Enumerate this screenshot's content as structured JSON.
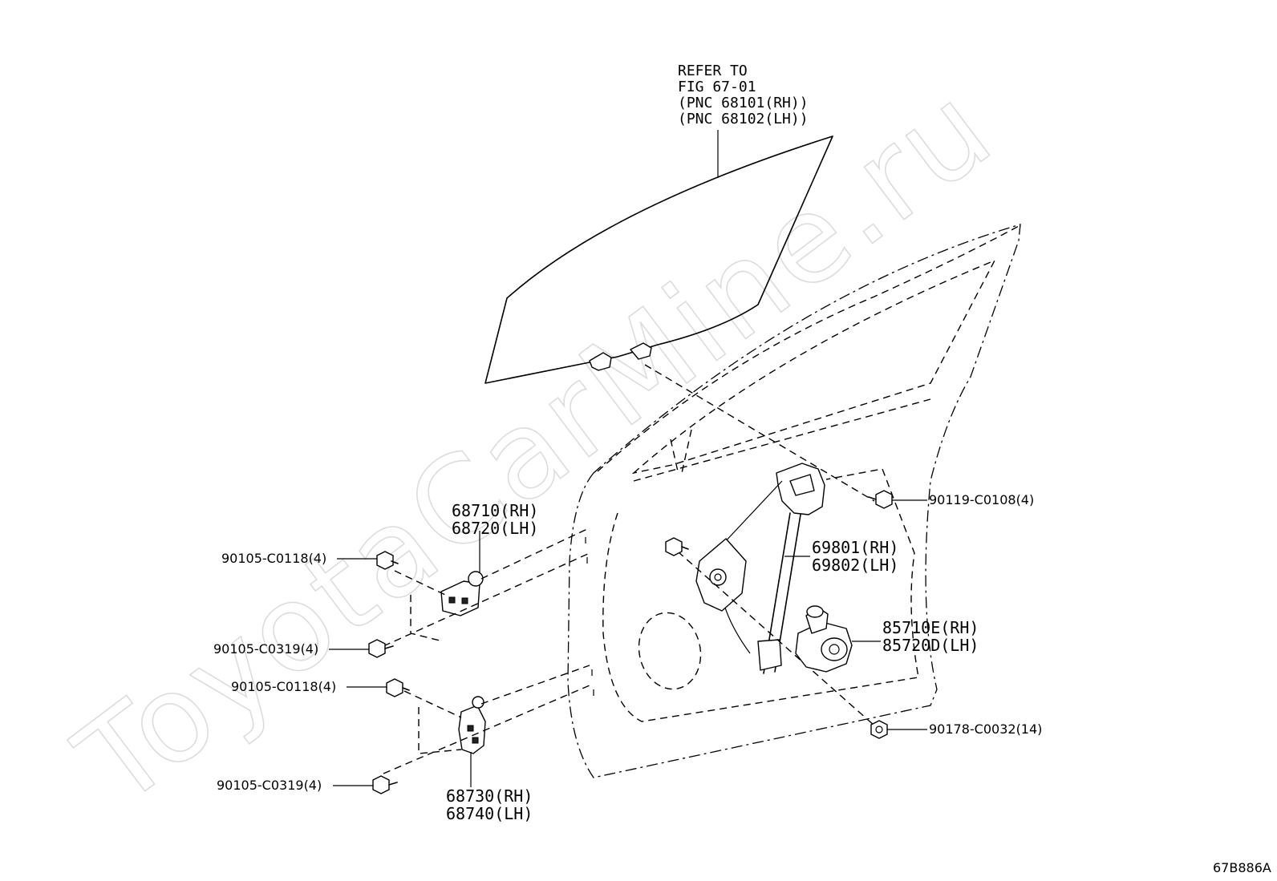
{
  "diagram_id": "67B886A",
  "watermark_text": "ToyotaCarMine.ru",
  "glass_reference": {
    "line1": "REFER TO",
    "line2": "FIG 67-01",
    "line3": "(PNC 68101(RH))",
    "line4": "(PNC 68102(LH))"
  },
  "callouts": {
    "upper_hinge_rh": "68710(RH)",
    "upper_hinge_lh": "68720(LH)",
    "lower_hinge_rh": "68730(RH)",
    "lower_hinge_lh": "68740(LH)",
    "regulator_rh": "69801(RH)",
    "regulator_lh": "69802(LH)",
    "motor_rh": "85710E(RH)",
    "motor_lh": "85720D(LH)",
    "bolt_upper_door": "90105-C0118(4)",
    "bolt_upper_body": "90105-C0319(4)",
    "bolt_lower_door": "90105-C0118(4)",
    "bolt_lower_body": "90105-C0319(4)",
    "bolt_glass": "90119-C0108(4)",
    "nut_regulator": "90178-C0032(14)"
  }
}
